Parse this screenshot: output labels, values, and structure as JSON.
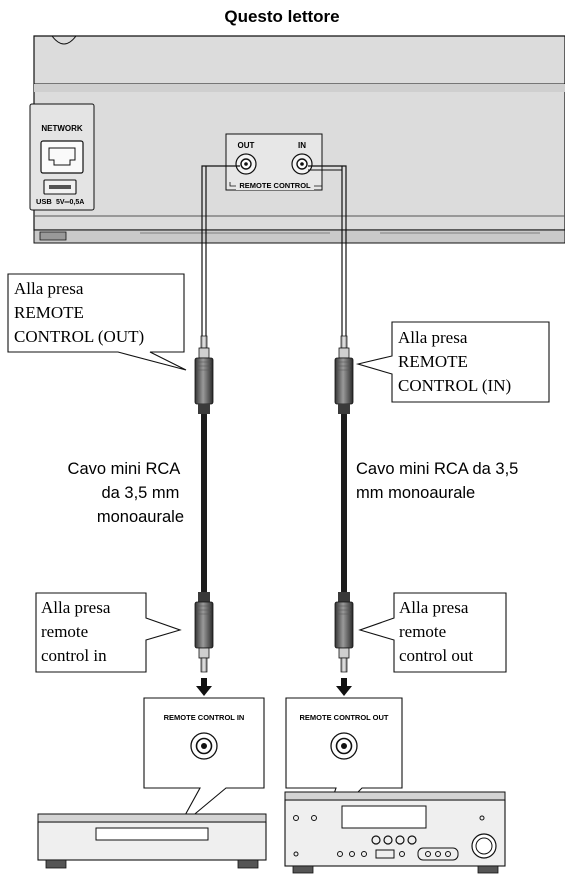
{
  "title": "Questo lettore",
  "player_panel": {
    "network_label": "NETWORK",
    "usb_label": "USB",
    "usb_rating": "5V═0,5A",
    "out_label": "OUT",
    "in_label": "IN",
    "remote_control_label": "REMOTE CONTROL"
  },
  "callouts": {
    "top_left": [
      "Alla presa",
      "REMOTE",
      "CONTROL (OUT)"
    ],
    "top_right": [
      "Alla presa",
      "REMOTE",
      "CONTROL (IN)"
    ],
    "bottom_left": [
      "Alla presa",
      "remote",
      "control in"
    ],
    "bottom_right": [
      "Alla presa",
      "remote",
      "control out"
    ]
  },
  "cable_labels": {
    "left": [
      "Cavo mini RCA",
      "da 3,5 mm",
      "monoaurale"
    ],
    "right": [
      "Cavo mini RCA da 3,5",
      "mm monoaurale"
    ]
  },
  "jack_bubbles": {
    "left": "REMOTE CONTROL IN",
    "right": "REMOTE CONTROL OUT"
  },
  "colors": {
    "panel_fill": "#dadada",
    "panel_dark": "#b5b5b5",
    "stroke": "#111111",
    "cable": "#1c1c1c"
  }
}
